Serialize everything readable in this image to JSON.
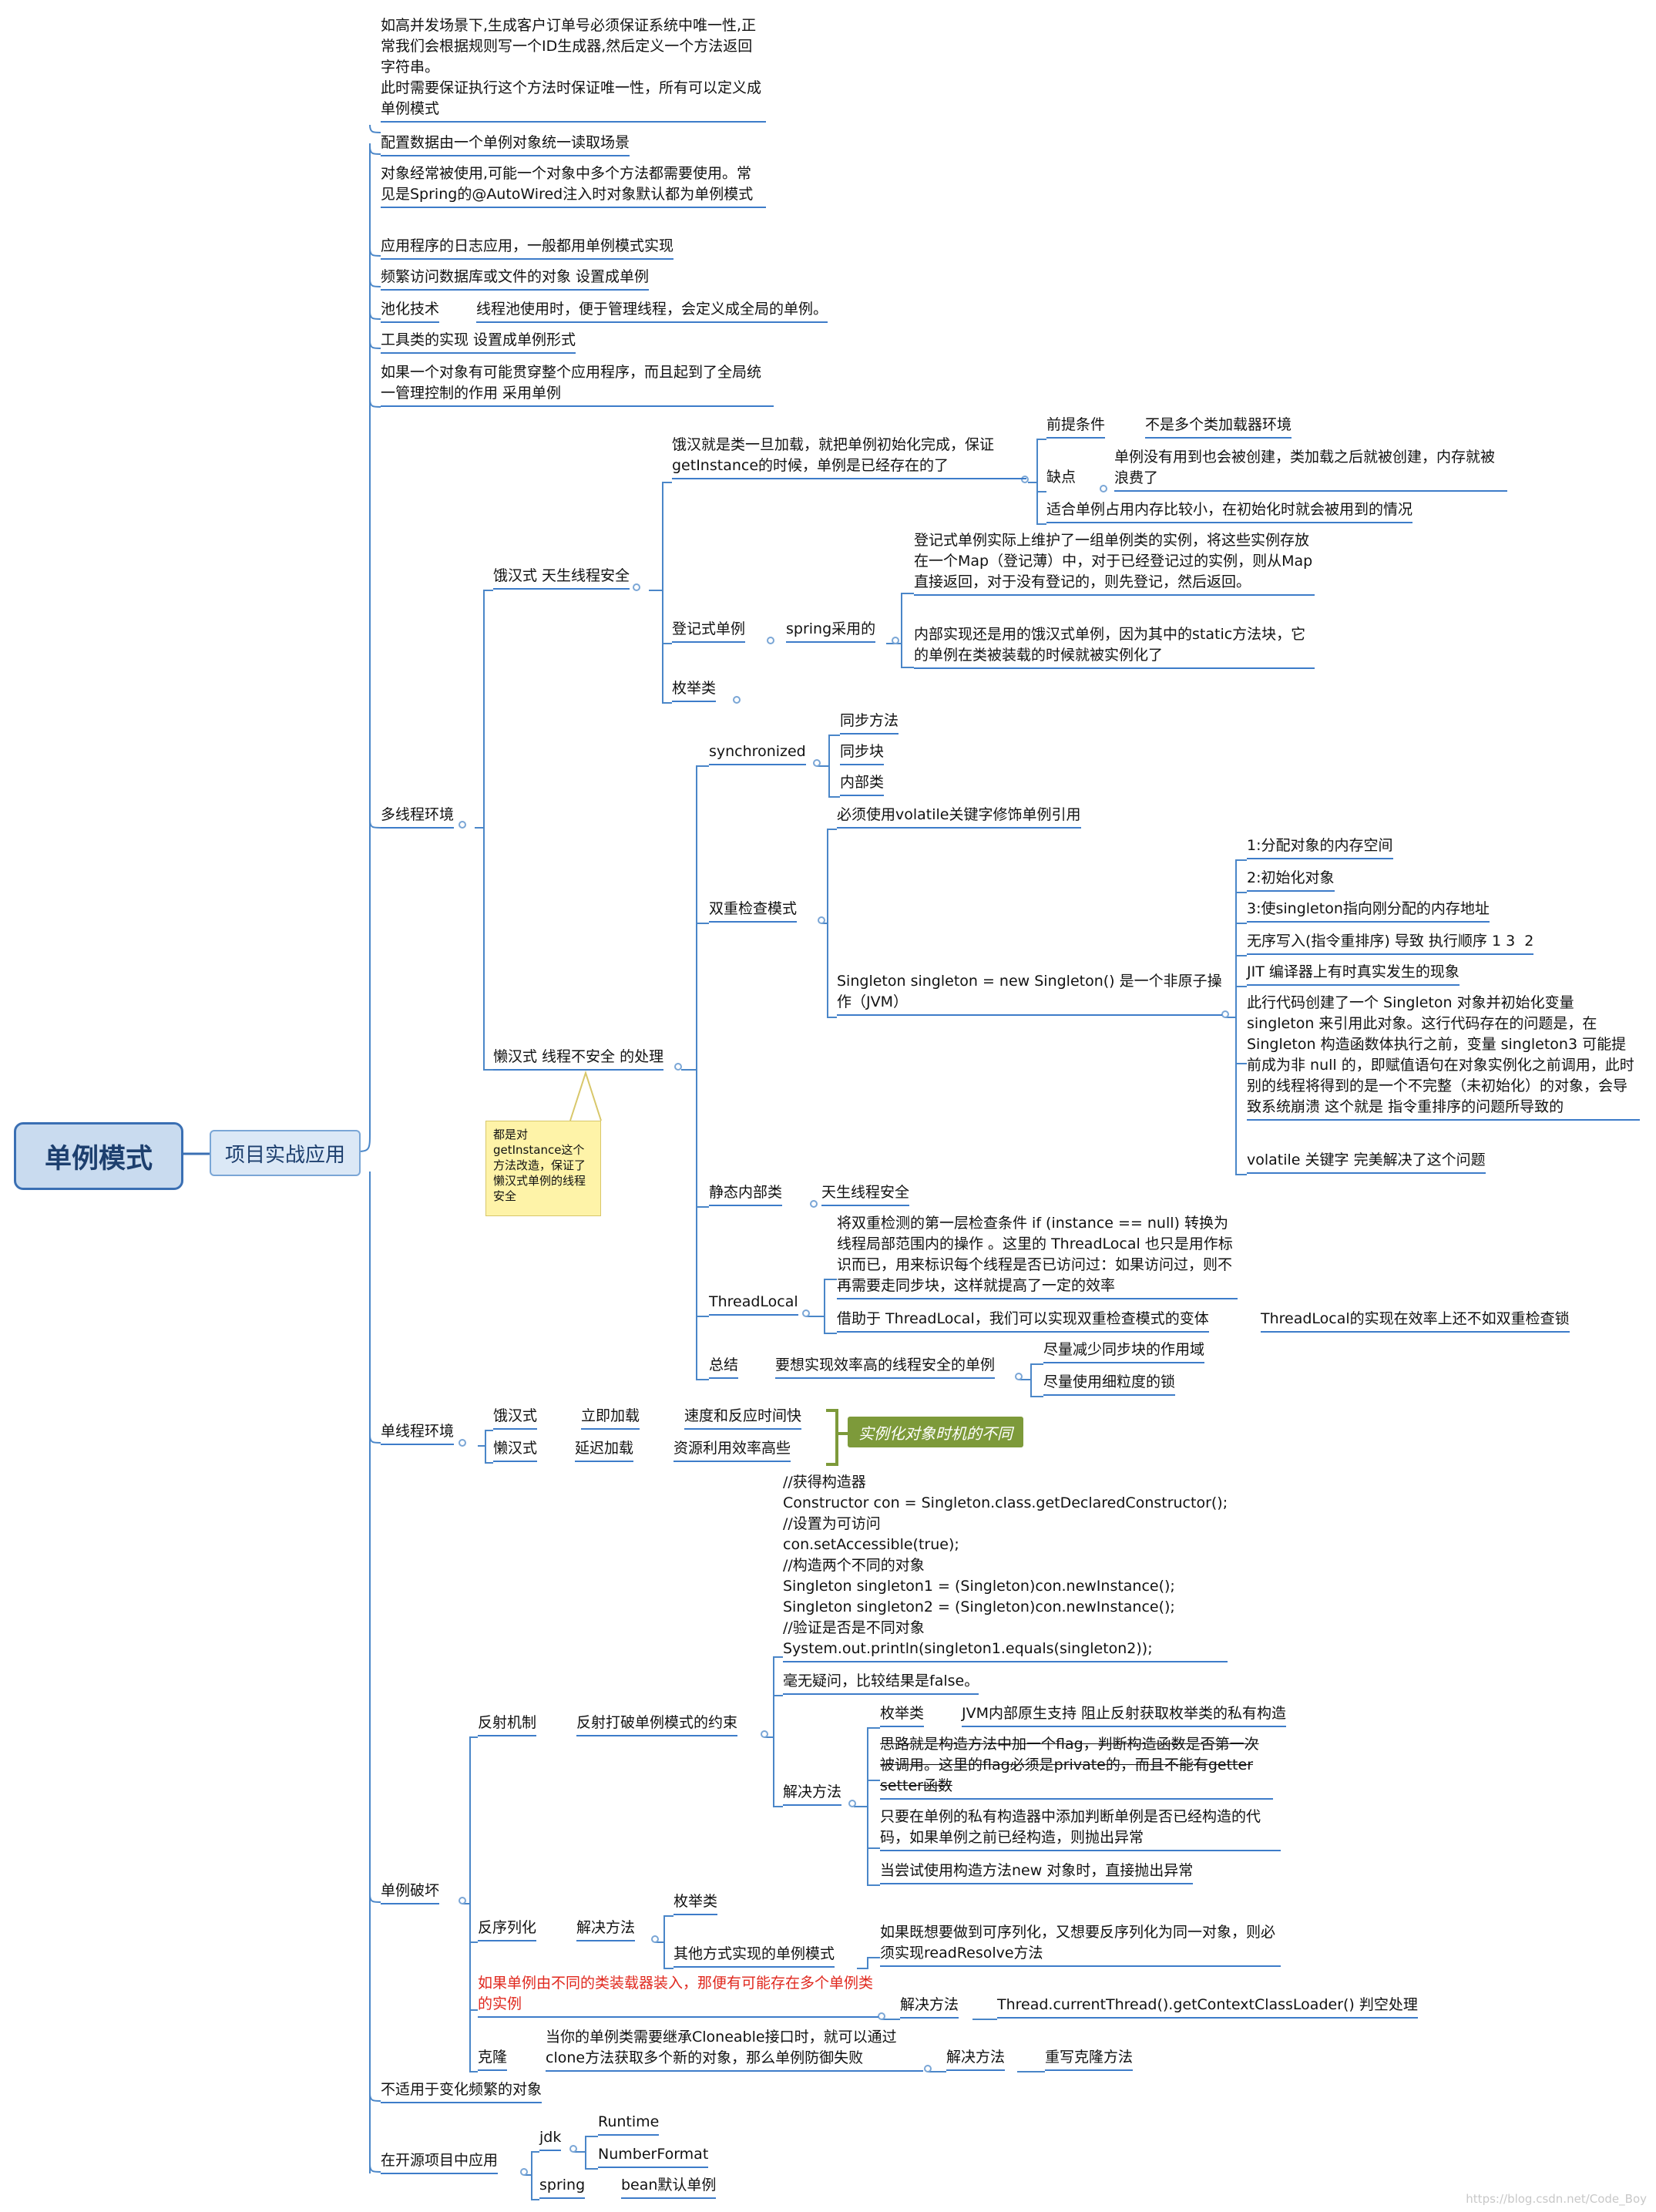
{
  "root": {
    "label": "单例模式"
  },
  "main": {
    "label": "项目实战应用"
  },
  "scenarios": [
    "如高并发场景下,生成客户订单号必须保证系统中唯一性,正常我们会根据规则写一个ID生成器,然后定义一个方法返回字符串。\n此时需要保证执行这个方法时保证唯一性，所有可以定义成单例模式",
    "配置数据由一个单例对象统一读取场景",
    "对象经常被使用,可能一个对象中多个方法都需要使用。常见是Spring的@AutoWired注入时对象默认都为单例模式",
    "应用程序的日志应用，一般都用单例模式实现",
    "频繁访问数据库或文件的对象 设置成单例",
    "池化技术",
    "线程池使用时，便于管理线程，会定义成全局的单例。",
    "工具类的实现 设置成单例形式",
    "如果一个对象有可能贯穿整个应用程序，而且起到了全局统一管理控制的作用 采用单例"
  ],
  "multithread": {
    "label": "多线程环境",
    "hungry": {
      "label": "饿汉式 天生线程安全",
      "desc": "饿汉就是类一旦加载，就把单例初始化完成，保证getInstance的时候，单例是已经存在的了",
      "premise": "前提条件",
      "premise_text": "不是多个类加载器环境",
      "con": "缺点",
      "con_text": "单例没有用到也会被创建，类加载之后就被创建，内存就被浪费了",
      "fit": "适合单例占用内存比较小，在初始化时就会被用到的情况",
      "register": "登记式单例",
      "spring": "spring采用的",
      "register_text1": "登记式单例实际上维护了一组单例类的实例，将这些实例存放在一个Map（登记薄）中，对于已经登记过的实例，则从Map直接返回，对于没有登记的，则先登记，然后返回。",
      "register_text2": "内部实现还是用的饿汉式单例，因为其中的static方法块，它的单例在类被装载的时候就被实例化了",
      "enum": "枚举类"
    },
    "lazy": {
      "label": "懒汉式 线程不安全 的处理",
      "note": "都是对getInstance这个方法改造，保证了懒汉式单例的线程安全",
      "sync": "synchronized",
      "sync_items": [
        "同步方法",
        "同步块",
        "内部类"
      ],
      "dcl": "双重检查模式",
      "volatile_must": "必须使用volatile关键字修饰单例引用",
      "nonatomic": "Singleton singleton = new Singleton() 是一个非原子操作（JVM）",
      "steps": [
        "1:分配对象的内存空间",
        "2:初始化对象",
        "3:使singleton指向刚分配的内存地址",
        "无序写入(指令重排序) 导致 执行顺序 1 3  2",
        "JIT 编译器上有时真实发生的现象"
      ],
      "explain": "此行代码创建了一个 Singleton 对象并初始化变量 singleton 来引用此对象。这行代码存在的问题是，在 Singleton 构造函数体执行之前，变量 singleton3 可能提前成为非 null 的，即赋值语句在对象实例化之前调用，此时别的线程将得到的是一个不完整（未初始化）的对象，会导致系统崩溃 这个就是 指令重排序的问题所导致的",
      "volatile_fix": "volatile 关键字 完美解决了这个问题",
      "static_inner": "静态内部类",
      "static_inner_text": "天生线程安全",
      "tl": "ThreadLocal",
      "tl_text1": "将双重检测的第一层检查条件 if (instance == null) 转换为 线程局部范围内的操作 。这里的 ThreadLocal 也只是用作标识而已，用来标识每个线程是否已访问过：如果访问过，则不再需要走同步块，这样就提高了一定的效率",
      "tl_text2": "借助于 ThreadLocal，我们可以实现双重检查模式的变体",
      "tl_text3": "ThreadLocal的实现在效率上还不如双重检查锁",
      "summary": "总结",
      "summary_text": "要想实现效率高的线程安全的单例",
      "summary_items": [
        "尽量减少同步块的作用域",
        "尽量使用细粒度的锁"
      ]
    }
  },
  "single": {
    "label": "单线程环境",
    "r1": [
      "饿汉式",
      "立即加载",
      "速度和反应时间快"
    ],
    "r2": [
      "懒汉式",
      "延迟加载",
      "资源利用效率高些"
    ],
    "callout": "实例化对象时机的不同"
  },
  "breaking": {
    "label": "单例破坏",
    "code": "//获得构造器\nConstructor con = Singleton.class.getDeclaredConstructor();\n//设置为可访问\ncon.setAccessible(true);\n//构造两个不同的对象\nSingleton singleton1 = (Singleton)con.newInstance();\nSingleton singleton2 = (Singleton)con.newInstance();\n//验证是否是不同对象\nSystem.out.println(singleton1.equals(singleton2));",
    "result": "毫无疑问，比较结果是false。",
    "reflect": "反射机制",
    "reflect_text": "反射打破单例模式的约束",
    "solution": "解决方法",
    "enum": "枚举类",
    "enum_text": "JVM内部原生支持 阻止反射获取枚举类的私有构造",
    "strike_text": "思路就是构造方法中加一个flag，判断构造函数是否第一次被调用。这里的flag必须是private的，而且不能有getter setter函数",
    "sol2": "只要在单例的私有构造器中添加判断单例是否已经构造的代码，如果单例之前已经构造，则抛出异常",
    "sol3": "当尝试使用构造方法new 对象时，直接抛出异常",
    "deser": "反序列化",
    "deser_solution": "解决方法",
    "deser_enum": "枚举类",
    "deser_other": "其他方式实现的单例模式",
    "deser_text": "如果既想要做到可序列化，又想要反序列化为同一对象，则必须实现readResolve方法",
    "loader": "如果单例由不同的类装载器装入，那便有可能存在多个单例类的实例",
    "loader_solution": "解决方法",
    "loader_text": "Thread.currentThread().getContextClassLoader() 判空处理",
    "clone": "克隆",
    "clone_text": "当你的单例类需要继承Cloneable接口时，就可以通过clone方法获取多个新的对象，那么单例防御失败",
    "clone_solution": "解决方法",
    "clone_fix": "重写克隆方法"
  },
  "not_fit": "不适用于变化频繁的对象",
  "opensource": {
    "label": "在开源项目中应用",
    "jdk": "jdk",
    "jdk_items": [
      "Runtime",
      "NumberFormat"
    ],
    "spring": "spring",
    "spring_text": "bean默认单例"
  },
  "watermark": "https://blog.csdn.net/Code_Boy"
}
